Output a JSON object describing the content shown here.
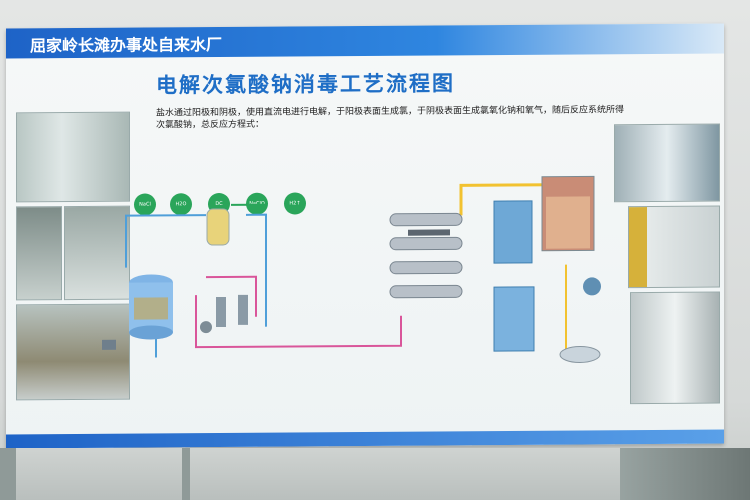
{
  "board": {
    "org_name": "屈家岭长滩办事处自来水厂",
    "title": "电解次氯酸钠消毒工艺流程图",
    "description": "盐水通过阳极和阴极，使用直流电进行电解，于阳极表面生成氯，于阴极表面生成氯氧化钠和氧气，随后反应系统所得次氯酸钠，总反应方程式："
  },
  "equation_nodes": [
    "NaCl",
    "H2O",
    "DC",
    "NaClO",
    "H2↑"
  ],
  "colors": {
    "header_blue": "#1e63c7",
    "title_blue": "#1f6ec6",
    "node_green": "#2aa55a",
    "pipe_yellow": "#f2c230",
    "pipe_pink": "#d9559a",
    "pipe_blue": "#4f9fd9"
  }
}
